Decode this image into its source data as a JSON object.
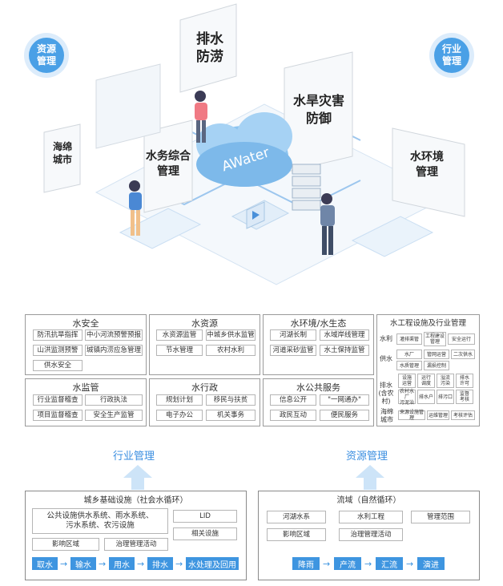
{
  "illustration": {
    "circle_left": "资源\n管理",
    "circle_right": "行业\n管理",
    "panel_drainage": "排水\n防涝",
    "panel_sponge": "海绵\n城市",
    "panel_drought": "水旱灾害\n防御",
    "panel_integrated": "水务综合\n管理",
    "panel_environment": "水环境\n管理",
    "cloud_label": "AWater"
  },
  "matrix": {
    "water_safety": {
      "title": "水安全",
      "items": [
        "防汛抗旱指挥",
        "中小河流预警预报",
        "山洪监测预警",
        "城镇内涝应急管理",
        "供水安全"
      ]
    },
    "water_resources": {
      "title": "水资源",
      "items": [
        "水资源监管",
        "中城乡供水监管",
        "节水管理",
        "农村水利"
      ]
    },
    "water_ecology": {
      "title": "水环境/水生态",
      "items": [
        "河湖长制",
        "水域岸线管理",
        "河道采砂监管",
        "水土保持监管"
      ]
    },
    "water_supervision": {
      "title": "水监管",
      "items": [
        "行业监督稽查",
        "行政执法",
        "项目监督稽查",
        "安全生产监管"
      ]
    },
    "water_admin": {
      "title": "水行政",
      "items": [
        "规划计划",
        "移民与扶贫",
        "电子办公",
        "机关事务"
      ]
    },
    "water_public": {
      "title": "水公共服务",
      "items": [
        "信息公开",
        "\"一网通办\"",
        "政民互动",
        "便民服务"
      ]
    },
    "engineering": {
      "title": "水工程设施及行业管理",
      "row_labels": [
        "水利",
        "供水",
        "排水\n(含农村)",
        "海绵\n城市"
      ],
      "shuili": [
        "灌排渠管",
        "工程建设\n管理",
        "安全运行"
      ],
      "gongshui": [
        "水厂",
        "管网运营",
        "二次供水",
        "水质管理",
        "漏损控制"
      ],
      "paishui": [
        "设施\n运营",
        "运行\n调度",
        "溢流\n污染",
        "排水\n许可",
        "农村水厂\n污泥治",
        "排水户",
        "排污口",
        "监督\n考核"
      ],
      "haimian": [
        "来源设施管理",
        "运维管理",
        "考核评估"
      ]
    }
  },
  "management": {
    "industry_label": "行业管理",
    "resource_label": "资源管理"
  },
  "urban": {
    "title": "城乡基础设施（社会水循环）",
    "systems": "公共设施供水系统、雨水系统、\n污水系统、农污设施",
    "impact": "影响区域",
    "governance": "治理管理活动",
    "lid": "LID",
    "related": "相关设施",
    "flow": [
      "取水",
      "输水",
      "用水",
      "排水",
      "水处理及回用"
    ]
  },
  "basin": {
    "title": "流域（自然循环）",
    "river_system": "河湖水系",
    "hydraulic": "水利工程",
    "scope": "管理范围",
    "impact": "影响区域",
    "governance": "治理管理活动",
    "flow": [
      "降雨",
      "产流",
      "汇流",
      "演进"
    ]
  },
  "colors": {
    "accent": "#3e95e0",
    "circle": "#4aa0e6",
    "arrow_light": "#cde4f8"
  }
}
